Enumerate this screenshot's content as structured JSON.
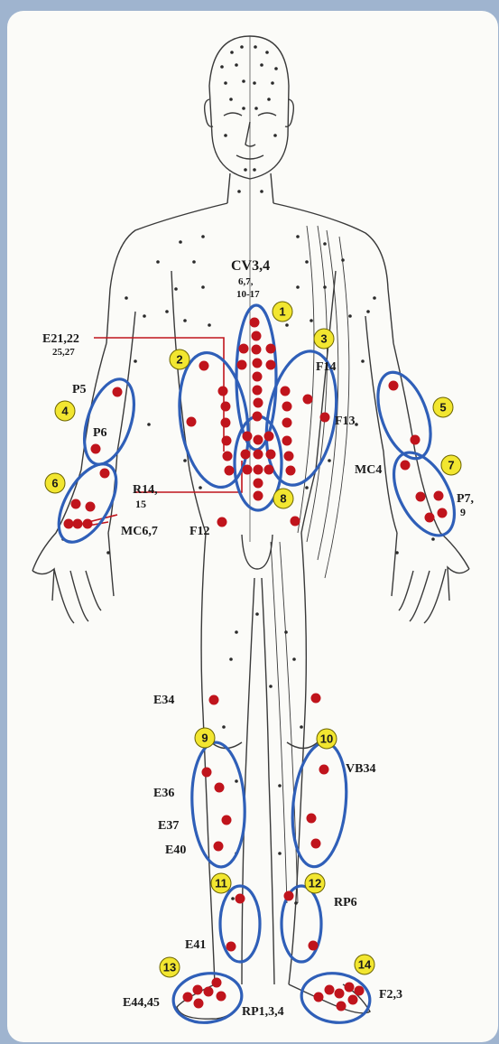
{
  "labels": {
    "cv_1": "CV3,4",
    "cv_2": "6,7,",
    "cv_3": "10-17",
    "e21_1": "E21,22",
    "e21_2": "25,27",
    "p5": "P5",
    "p6": "P6",
    "mc67": "MC6,7",
    "r14_1": "R14,",
    "r14_2": "15",
    "f12": "F12",
    "f13": "F13",
    "f14": "F14",
    "mc4": "MC4",
    "p79_1": "P7,",
    "p79_2": "9",
    "e34": "E34",
    "e36": "E36",
    "e37": "E37",
    "e40": "E40",
    "vb34": "VB34",
    "rp6": "RP6",
    "e41": "E41",
    "e4445": "E44,45",
    "rp134": "RP1,3,4",
    "f23": "F2,3"
  },
  "region_numbers": [
    "1",
    "2",
    "3",
    "4",
    "5",
    "6",
    "7",
    "8",
    "9",
    "10",
    "11",
    "12",
    "13",
    "14"
  ],
  "colors": {
    "point": "#c0141c",
    "ring": "#2f5fb8",
    "badge": "#f2e630",
    "leader": "#c0141c",
    "paper": "#fbfbf8",
    "ink": "#3a3a3a"
  }
}
